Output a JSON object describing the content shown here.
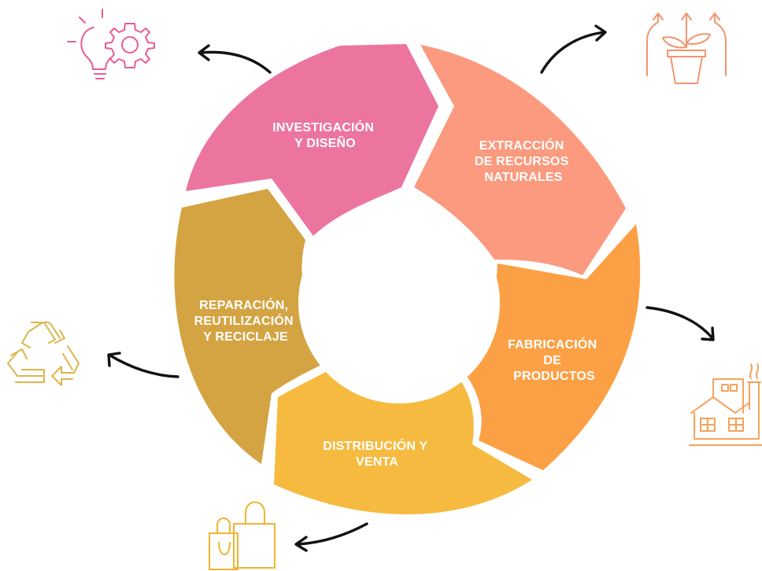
{
  "cycle": {
    "stages": [
      {
        "id": "investigacion",
        "lines": [
          "INVESTIGACIÓN",
          "Y DISEÑO"
        ],
        "color": "#EC75A0"
      },
      {
        "id": "extraccion",
        "lines": [
          "EXTRACCIÓN",
          "DE RECURSOS",
          "NATURALES"
        ],
        "color": "#FB9A7E"
      },
      {
        "id": "fabricacion",
        "lines": [
          "FABRICACIÓN",
          "DE",
          "PRODUCTOS"
        ],
        "color": "#FCA046"
      },
      {
        "id": "distribucion",
        "lines": [
          "DISTRIBUCIÓN Y",
          "VENTA"
        ],
        "color": "#F6BA40"
      },
      {
        "id": "reparacion",
        "lines": [
          "REPARACIÓN,",
          "REUTILIZACIÓN",
          "Y RECICLAJE"
        ],
        "color": "#D4A443"
      }
    ]
  },
  "icons": {
    "investigacion": {
      "name": "lightbulb-gear-icon",
      "color": "#E85A9A"
    },
    "extraccion": {
      "name": "plant-pot-arrows-icon",
      "color": "#F4946E"
    },
    "fabricacion": {
      "name": "factory-icon",
      "color": "#F6A25A"
    },
    "distribucion": {
      "name": "shopping-bags-icon",
      "color": "#EFB531"
    },
    "reparacion": {
      "name": "recycle-icon",
      "color": "#DDB54C"
    }
  },
  "arrow_color": "#111111"
}
